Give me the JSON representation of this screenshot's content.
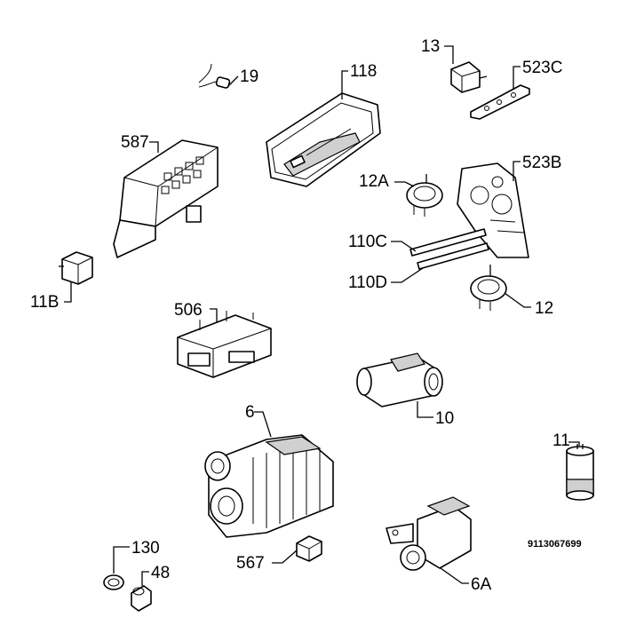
{
  "labels": {
    "p13": "13",
    "p19": "19",
    "p118": "118",
    "p523c": "523C",
    "p587": "587",
    "p523b": "523B",
    "p12a": "12A",
    "p110c": "110C",
    "p110d": "110D",
    "p11b": "11B",
    "p12": "12",
    "p506": "506",
    "p10": "10",
    "p6": "6",
    "p11": "11",
    "p567": "567",
    "p130": "130",
    "p48": "48",
    "p6a": "6A"
  },
  "drawing_number": "9113067699"
}
